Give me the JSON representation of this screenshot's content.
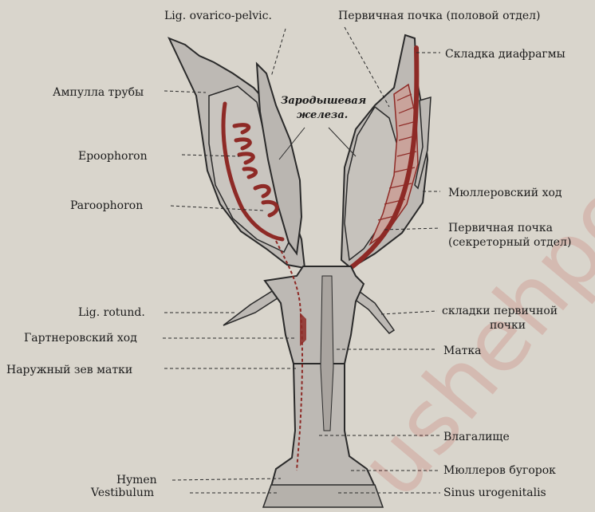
{
  "labels": {
    "lig_ovarico_pelvic": "Lig. ovarico-pelvic.",
    "primary_kidney_genital": "Первичная почка (половой отдел)",
    "diaphragm_fold": "Складка диафрагмы",
    "tube_ampulla": "Ампулла трубы",
    "gonad_line1": "Зародышевая",
    "gonad_line2": "железа.",
    "epoophoron": "Epoophoron",
    "paroophoron": "Paroophoron",
    "mullerian_duct": "Мюллеровский ход",
    "primary_kidney_secretory_1": "Первичная почка",
    "primary_kidney_secretory_2": "(секреторный отдел)",
    "lig_rotund": "Lig. rotund.",
    "primary_kidney_folds_1": "складки первичной",
    "primary_kidney_folds_2": "почки",
    "gartner_duct": "Гартнеровский ход",
    "uterus": "Матка",
    "external_os": "Наружный зев матки",
    "vagina": "Влагалище",
    "hymen": "Hymen",
    "mullerian_tubercle": "Мюллеров бугорок",
    "vestibulum": "Vestibulum",
    "sinus_urogenitalis": "Sinus urogenitalis"
  },
  "watermark": "ushehpo.ru",
  "colors": {
    "background": "#d9d5cc",
    "tissue": "#bdb9b4",
    "outline": "#2a2a2a",
    "duct_red": "#8e2a26"
  }
}
